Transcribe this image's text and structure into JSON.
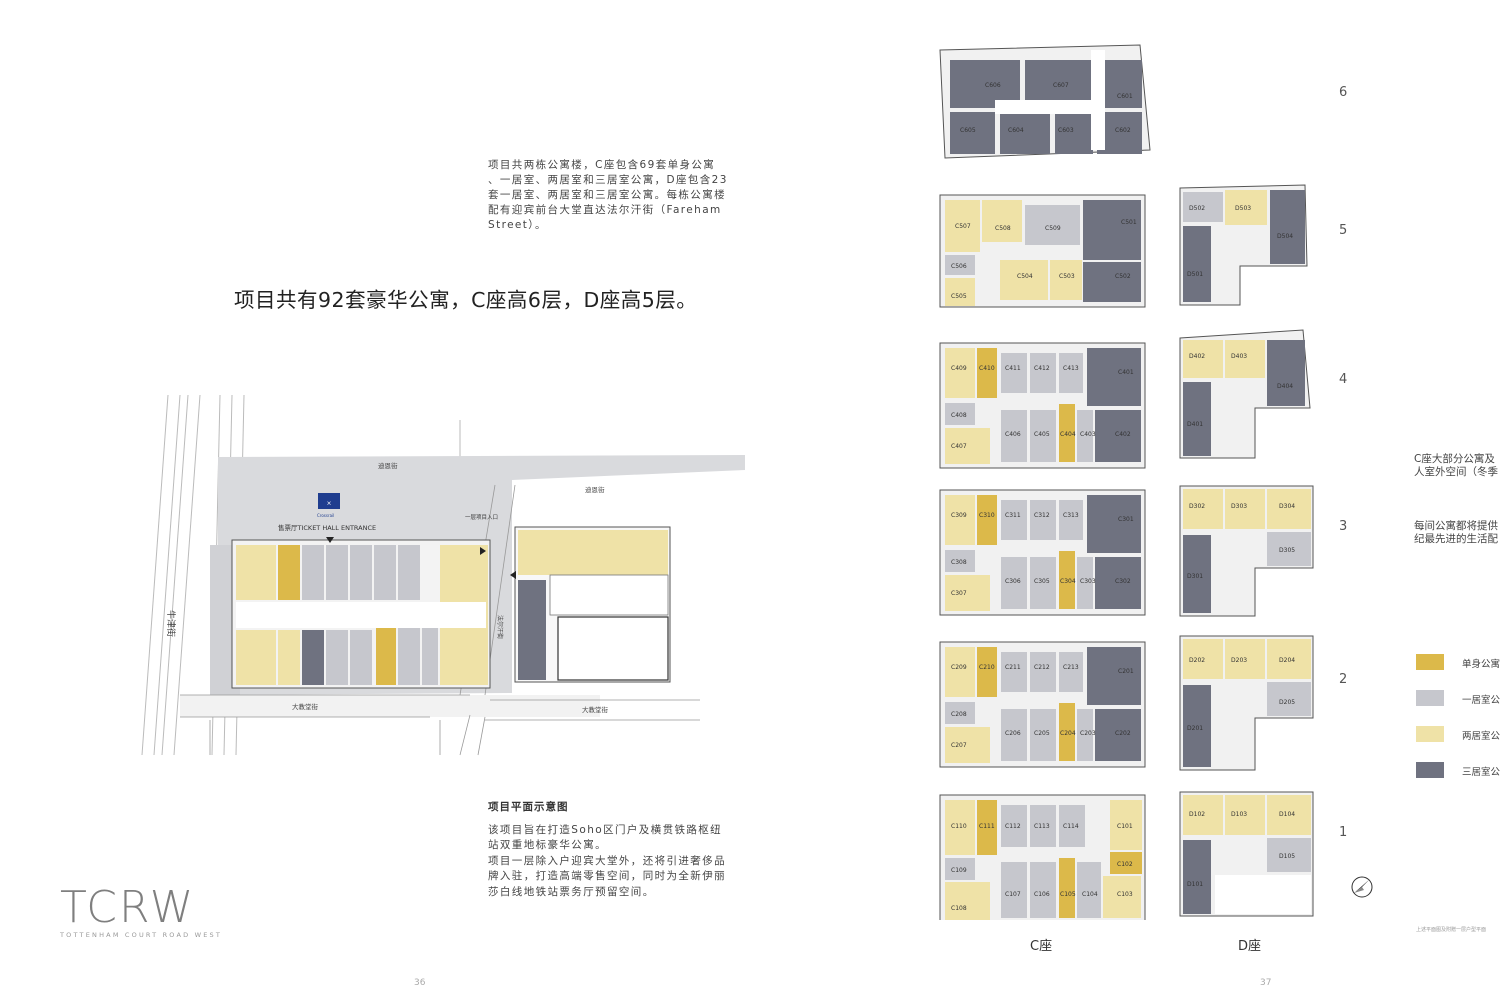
{
  "left_page": {
    "intro_lines": [
      "项目共两栋公寓楼，C座包含69套单身公寓",
      "、一居室、两居室和三居室公寓，D座包含23",
      "套一居室、两居室和三居室公寓。每栋公寓楼",
      "配有迎宾前台大堂直达法尔汗街（Fareham",
      "Street）。"
    ],
    "headline": "项目共有92套豪华公寓，C座高6层，D座高5层。",
    "site_plan": {
      "street_top": "迪恩街",
      "street_top_right": "迪恩街",
      "ticket_hall": "售票厅TICKET HALL ENTRANCE",
      "entrance_label": "一层项目入口",
      "street_vertical": "法尔汗街",
      "street_left": "牛津街",
      "street_bottom_left": "大教堂街",
      "street_bottom_right": "大教堂街",
      "crossrail_logo": "Crossrail"
    },
    "caption_title": "项目平面示意图",
    "caption_lines": [
      "该项目旨在打造Soho区门户及横贯铁路枢纽",
      "站双重地标豪华公寓。",
      "项目一层除入户迎宾大堂外，还将引进奢侈品",
      "牌入驻，打造高端零售空间，同时为全新伊丽",
      "莎白线地铁站票务厅预留空间。"
    ],
    "logo_text": "TCRW",
    "logo_sub": "TOTTENHAM COURT ROAD WEST",
    "page_number": "36"
  },
  "right_page": {
    "page_number": "37",
    "building_c_label": "C座",
    "building_d_label": "D座",
    "floor_labels": [
      "6",
      "5",
      "4",
      "3",
      "2",
      "1"
    ],
    "side_text_1": [
      "C座大部分公寓及",
      "人室外空间（冬季"
    ],
    "side_text_2": [
      "每间公寓都将提供",
      "纪最先进的生活配"
    ],
    "legend": [
      {
        "label": "单身公寓",
        "color": "#dcb94a"
      },
      {
        "label": "一居室公",
        "color": "#c6c7cd"
      },
      {
        "label": "两居室公",
        "color": "#efe2a7"
      },
      {
        "label": "三居室公",
        "color": "#6f7280"
      }
    ],
    "footnote": "上述平面图及附赠一层户型平面",
    "units": {
      "c6": [
        "C606",
        "C607",
        "C601",
        "C605",
        "C604",
        "C603",
        "C602"
      ],
      "c5": [
        "C507",
        "C508",
        "C509",
        "C501",
        "C506",
        "C504",
        "C503",
        "C502",
        "C505"
      ],
      "c4": [
        "C409",
        "C410",
        "C411",
        "C412",
        "C413",
        "C401",
        "C408",
        "C406",
        "C405",
        "C404",
        "C403",
        "C402",
        "C407"
      ],
      "c3": [
        "C309",
        "C310",
        "C311",
        "C312",
        "C313",
        "C301",
        "C308",
        "C306",
        "C305",
        "C304",
        "C303",
        "C302",
        "C307"
      ],
      "c2": [
        "C209",
        "C210",
        "C211",
        "C212",
        "C213",
        "C201",
        "C208",
        "C206",
        "C205",
        "C204",
        "C203",
        "C202",
        "C207"
      ],
      "c1": [
        "C110",
        "C111",
        "C112",
        "C113",
        "C114",
        "C101",
        "C102",
        "C109",
        "C107",
        "C106",
        "C105",
        "C104",
        "C103",
        "C108"
      ],
      "d5": [
        "D502",
        "D503",
        "D504",
        "D501"
      ],
      "d4": [
        "D402",
        "D403",
        "D404",
        "D401"
      ],
      "d3": [
        "D302",
        "D303",
        "D304",
        "D305",
        "D301"
      ],
      "d2": [
        "D202",
        "D203",
        "D204",
        "D205",
        "D201"
      ],
      "d1": [
        "D102",
        "D103",
        "D104",
        "D105",
        "D101"
      ]
    }
  }
}
